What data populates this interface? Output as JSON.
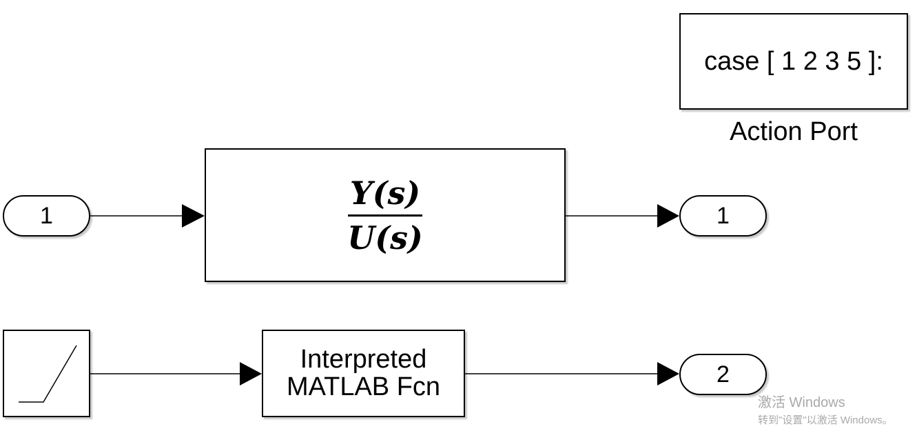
{
  "case_block": {
    "label": "case [ 1 2 3 5 ]:"
  },
  "action_port_label": "Action Port",
  "transfer_fcn": {
    "numerator": "Y(s)",
    "denominator": "U(s)"
  },
  "interpreted_fcn": {
    "line1": "Interpreted",
    "line2": "MATLAB Fcn"
  },
  "ports": {
    "inport_1": "1",
    "outport_1": "1",
    "outport_2": "2"
  },
  "ramp_block": {
    "icon": "ramp-icon"
  },
  "watermark": {
    "line1": "激活 Windows",
    "line2": "转到\"设置\"以激活 Windows。"
  }
}
